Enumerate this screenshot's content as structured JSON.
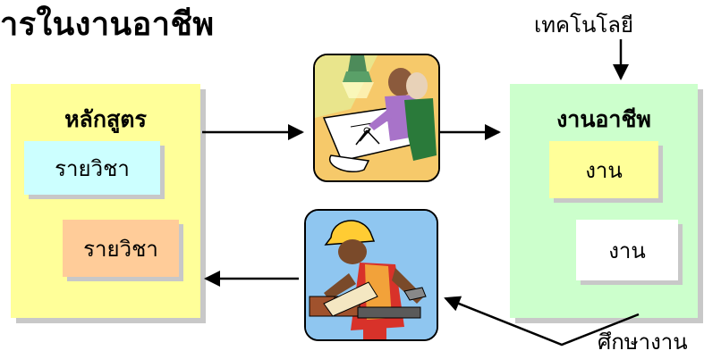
{
  "title": "ารในงานอาชีพ",
  "curriculum": {
    "label": "หลักสูตร",
    "subjects": [
      "รายวิชา",
      "รายวิชา"
    ]
  },
  "career": {
    "label": "งานอาชีพ",
    "jobs": [
      "งาน",
      "งาน"
    ]
  },
  "technology_label": "เทคโนโลยี",
  "study_label": "ศึกษางาน",
  "colors": {
    "curriculum_panel": "#ffff99",
    "career_panel": "#ccffcc",
    "subject_1": "#ccffff",
    "subject_2": "#ffcc99",
    "job_1": "#ffff99",
    "job_2": "#ffffff"
  },
  "icons": [
    "design-clipart-icon",
    "worker-clipart-icon"
  ]
}
